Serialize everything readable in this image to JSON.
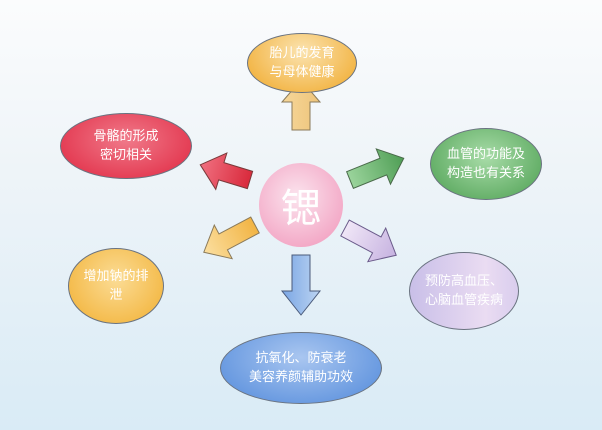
{
  "center": {
    "label": "锶",
    "color": "#f3a8c6"
  },
  "nodes": [
    {
      "id": "fetal",
      "line1": "胎儿的发育",
      "line2": "与母体健康",
      "color": "#f2b443"
    },
    {
      "id": "bone",
      "line1": "骨骼的形成",
      "line2": "密切相关",
      "color": "#e8435a"
    },
    {
      "id": "vessel",
      "line1": "血管的功能及",
      "line2": "构造也有关系",
      "color": "#6bb86e"
    },
    {
      "id": "hypertension",
      "line1": "预防高血压、",
      "line2": "心脑血管疾病",
      "color": "#d7c8ec"
    },
    {
      "id": "sodium",
      "line1": "增加钠的排",
      "line2": "泄",
      "color": "#f6c155"
    },
    {
      "id": "antioxidant",
      "line1": "抗氧化、防衰老",
      "line2": "美容养颜辅助功效",
      "color": "#5f93de"
    }
  ]
}
